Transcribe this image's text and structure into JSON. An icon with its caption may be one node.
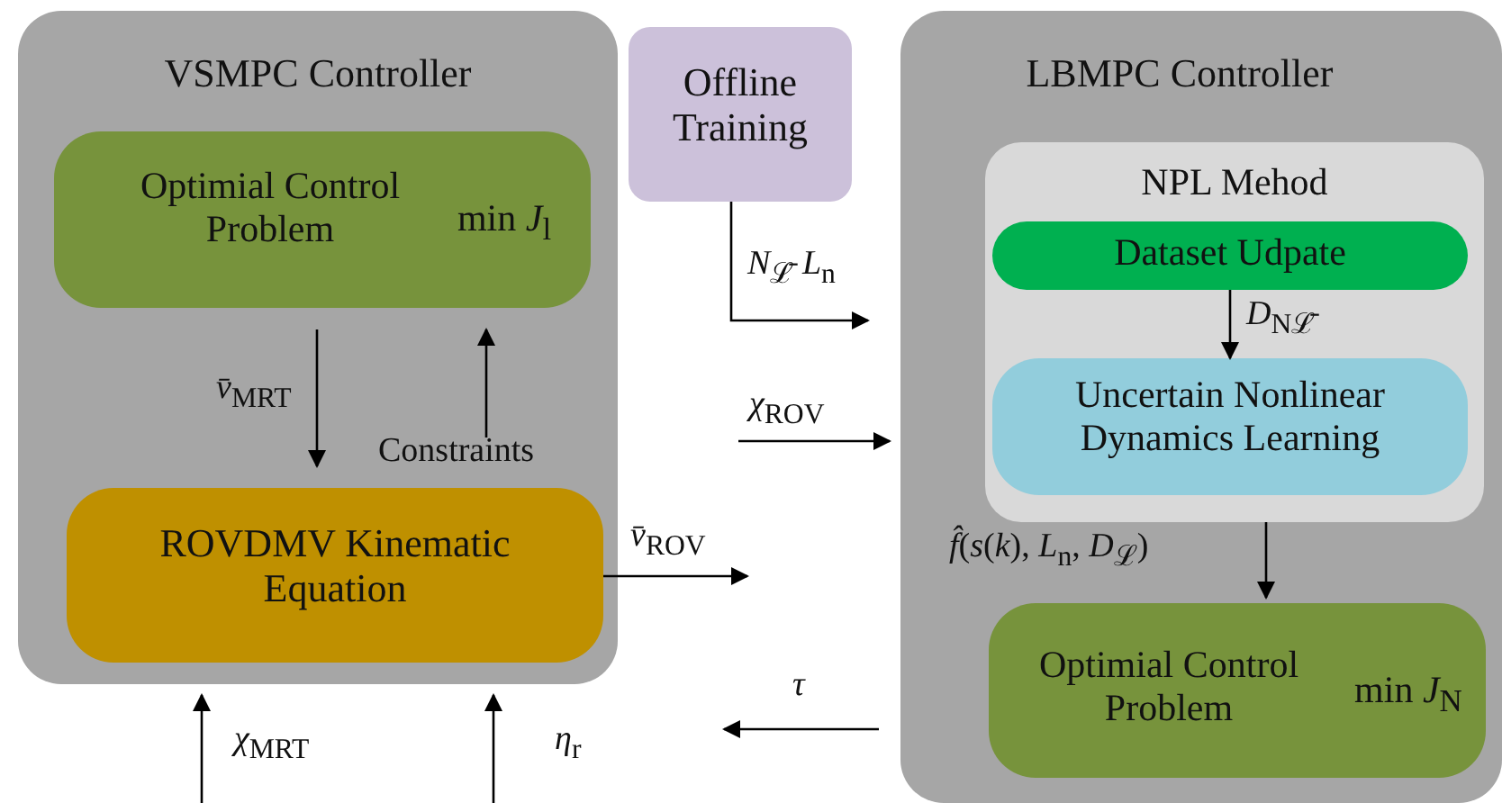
{
  "diagram": {
    "nodes": [
      {
        "text": [
          "VSMPC Controller"
        ]
      },
      {
        "text": [
          "Optimial Control Problem",
          "min *J*$_{l}$"
        ],
        "in": 0
      },
      {
        "text": [
          "ROVDMV Kinematic Equation"
        ],
        "in": 0
      },
      {
        "text": [
          "Offline Training"
        ]
      },
      {
        "text": [
          "LBMPC Controller"
        ]
      },
      {
        "text": [
          "NPL Mehod"
        ],
        "in": 4
      },
      {
        "text": [
          "Dataset Udpate"
        ],
        "in": 5
      },
      {
        "text": [
          "Uncertain Nonlinear Dynamics Learning"
        ],
        "in": 5
      },
      {
        "text": [
          "Optimial Control Problem",
          "min *J*$_{N}$"
        ],
        "in": 4
      }
    ],
    "edges": [
      {
        "from": 1,
        "to": 2,
        "arrow": "to",
        "label": "*v̄*$_{MRT}$"
      },
      {
        "from": 2,
        "to": 1,
        "arrow": "to",
        "label": "Constraints"
      },
      {
        "from": 3,
        "to": 4,
        "arrow": "to",
        "label": "*N*$_{ℒ̄}$ *L*$_{n}$"
      },
      {
        "from": null,
        "to": 4,
        "arrow": "to",
        "label": "*χ*$_{ROV}$"
      },
      {
        "from": 2,
        "to": null,
        "arrow": "to",
        "label": "*v̄*$_{ROV}$"
      },
      {
        "from": 6,
        "to": 7,
        "arrow": "to",
        "label": "*D*$_{Nℒ̄}$"
      },
      {
        "from": 5,
        "to": 8,
        "arrow": "to",
        "label": "*f̂*(*s*(*k*), *L*$_{n}$, *D*$_{ℒ}$)"
      },
      {
        "from": 4,
        "to": null,
        "arrow": "to",
        "label": "*τ*"
      },
      {
        "from": null,
        "to": 0,
        "arrow": "to",
        "label": "*χ*$_{MRT}$"
      },
      {
        "from": null,
        "to": 0,
        "arrow": "to",
        "label": "*η*$_{r}$"
      }
    ]
  }
}
